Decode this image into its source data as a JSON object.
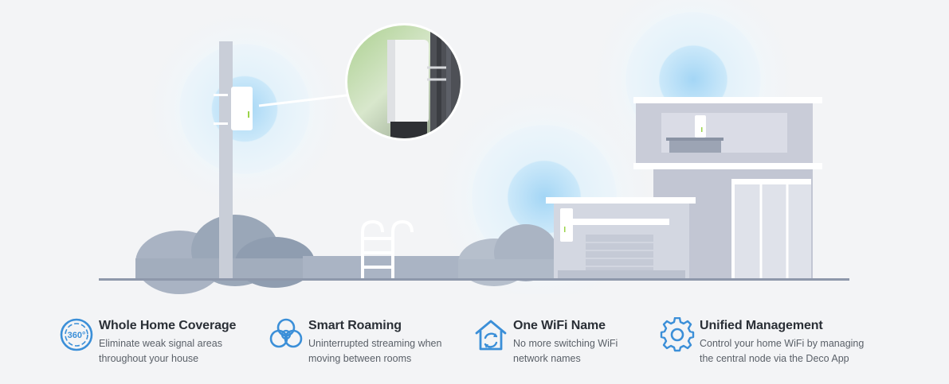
{
  "features": [
    {
      "icon": "360-coverage-icon",
      "title": "Whole Home Coverage",
      "desc": "Eliminate weak signal areas\nthroughout your house",
      "icon_text": "360°"
    },
    {
      "icon": "roaming-circles-icon",
      "title": "Smart Roaming",
      "desc": "Uninterrupted streaming when\nmoving between rooms"
    },
    {
      "icon": "home-wifi-icon",
      "title": "One WiFi Name",
      "desc": "No more switching WiFi\nnetwork names"
    },
    {
      "icon": "gear-icon",
      "title": "Unified Management",
      "desc": "Control your home WiFi by managing\nthe central node via the Deco App"
    }
  ],
  "colors": {
    "accent": "#3b8fd8",
    "background": "#f3f4f6",
    "signal": "#bfe3f8"
  }
}
